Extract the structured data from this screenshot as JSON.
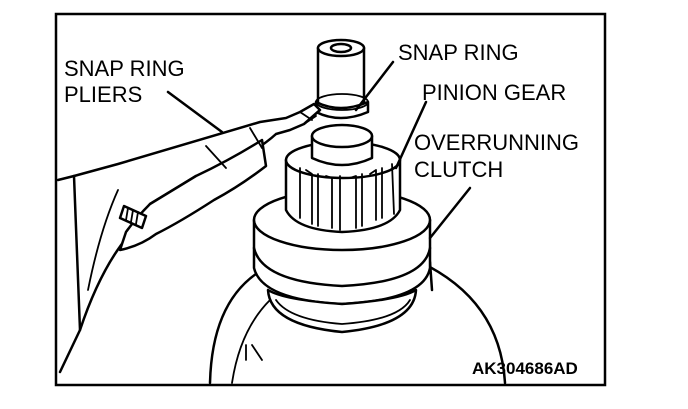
{
  "labels": {
    "snap_ring_pliers_line1": "SNAP RING",
    "snap_ring_pliers_line2": "PLIERS",
    "snap_ring": "SNAP RING",
    "pinion_gear": "PINION GEAR",
    "overrunning_clutch_line1": "OVERRUNNING",
    "overrunning_clutch_line2": "CLUTCH"
  },
  "figure_code": "AK304686AD"
}
